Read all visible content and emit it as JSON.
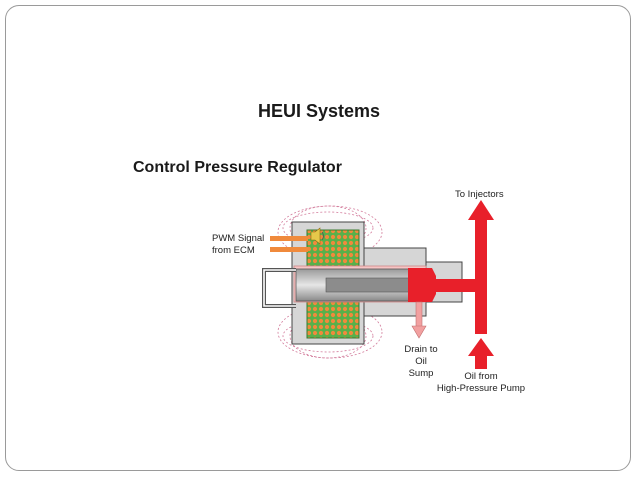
{
  "slide": {
    "title": "HEUI Systems",
    "subtitle": "Control Pressure Regulator"
  },
  "diagram": {
    "labels": {
      "pwm_line1": "PWM Signal",
      "pwm_line2": "from ECM",
      "injectors": "To Injectors",
      "drain_line1": "Drain to",
      "drain_line2": "Oil Sump",
      "oil_line1": "Oil from",
      "oil_line2": "High-Pressure Pump"
    },
    "icons": [
      "speaker-icon"
    ],
    "colors": {
      "oil_red": "#e8202a",
      "coil_green": "#4caf50",
      "coil_orange": "#f08a3c",
      "drain_pink": "#f2a0a0",
      "housing_gray": "#cfcfcf"
    }
  }
}
